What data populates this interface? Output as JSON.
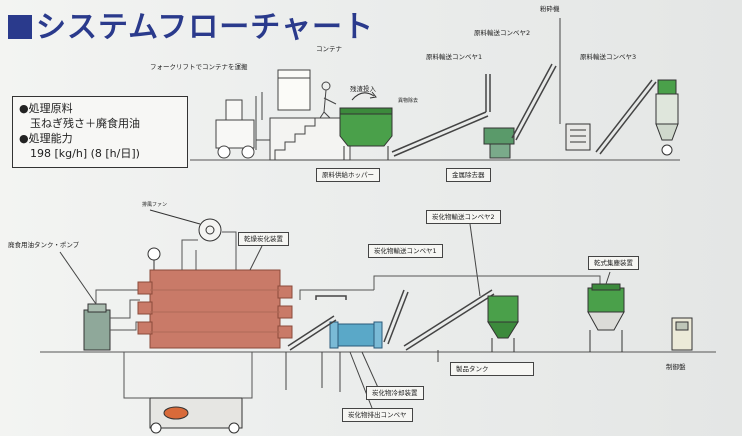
{
  "title": "システムフローチャート",
  "info": {
    "line1": "●処理原料",
    "line2": "　玉ねぎ残さ＋廃食用油",
    "line3": "●処理能力",
    "line4": "　198 [kg/h] (8 [h/日])"
  },
  "labels": {
    "forklift": "フォークリフトでコンテナを運搬",
    "container": "コンテナ",
    "manual_input": "残渣投入",
    "small_note": "異物除去",
    "hopper": "原料供給ホッパー",
    "conveyor1": "原料輸送コンベヤ1",
    "conveyor2": "原料輸送コンベヤ2",
    "conveyor3": "原料輸送コンベヤ3",
    "crusher": "粉砕機",
    "metal_remover": "金属除去器",
    "fan": "排風ファン",
    "oil_tank": "廃食用油タンク・ポンプ",
    "dryer": "乾燥炭化装置",
    "carb_conv1": "炭化物輸送コンベヤ1",
    "carb_conv2": "炭化物輸送コンベヤ2",
    "dust_collector": "乾式集塵装置",
    "product_tank": "製品タンク",
    "cooler": "炭化物冷却装置",
    "discharge_conv": "炭化物排出コンベヤ",
    "control_panel": "制御盤"
  },
  "colors": {
    "title": "#2a3a8c",
    "dryer": "#c97a68",
    "hopper": "#4aa04a",
    "tank": "#8fa89a",
    "cooler": "#5aa8c8"
  }
}
